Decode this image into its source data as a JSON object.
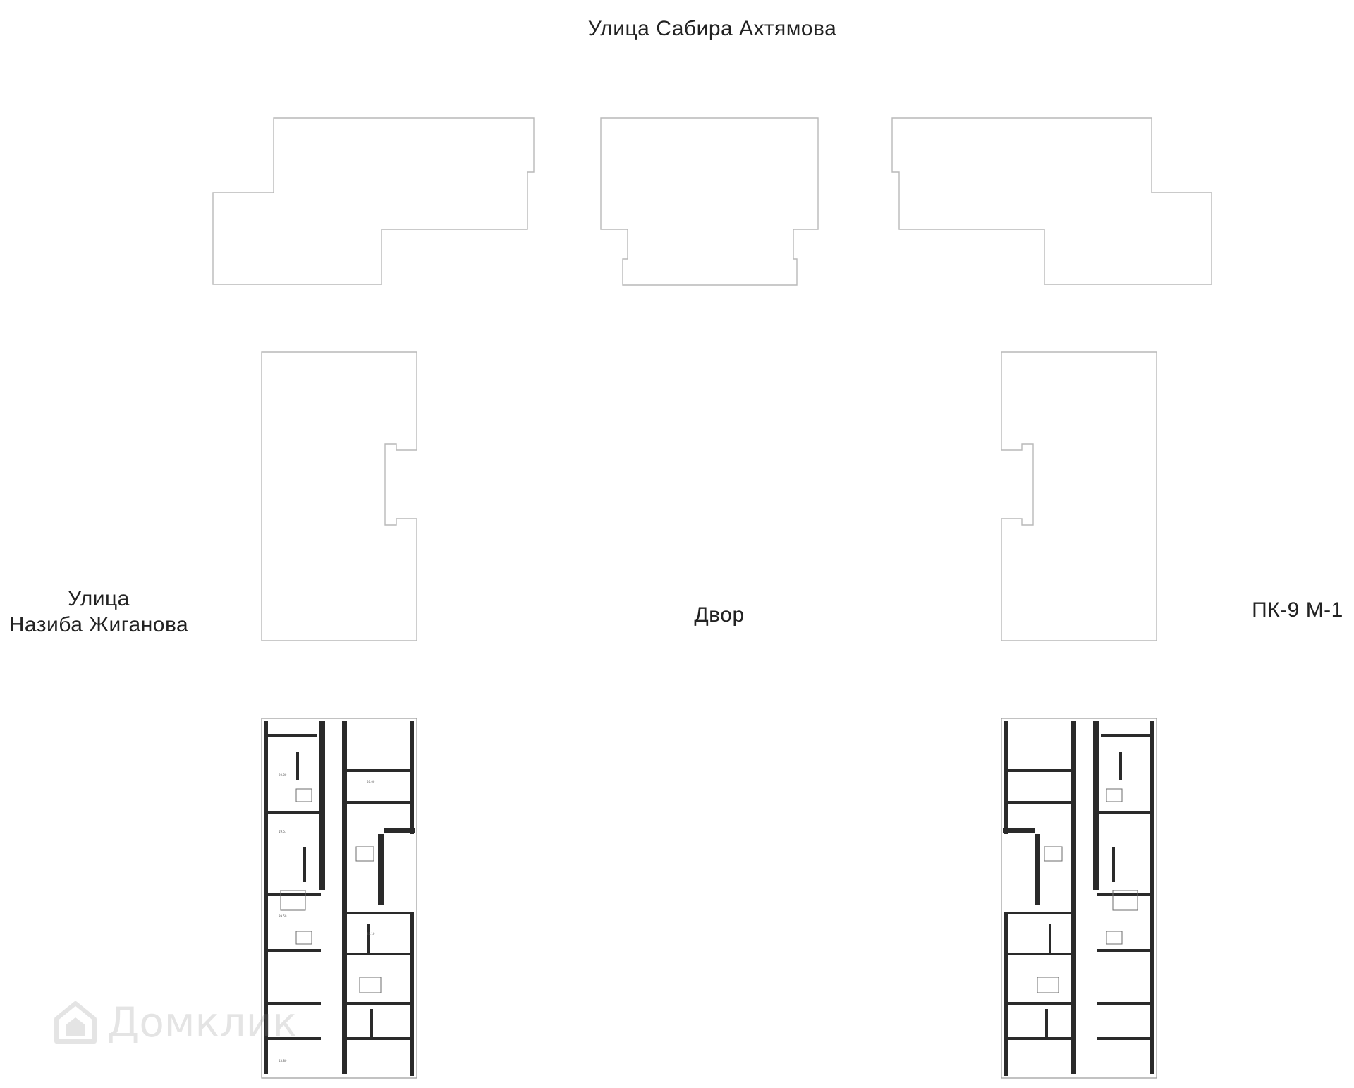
{
  "labels": {
    "street_top": "Улица Сабира Ахтямова",
    "street_left_line1": "Улица",
    "street_left_line2": "Назиба Жиганова",
    "yard": "Двор",
    "section": "ПК-9 М-1"
  },
  "watermark": {
    "text": "Домклик",
    "icon": "house-logo-icon"
  },
  "colors": {
    "outline": "#b9b9b9",
    "wall": "#2a2a2a",
    "text": "#222222"
  }
}
